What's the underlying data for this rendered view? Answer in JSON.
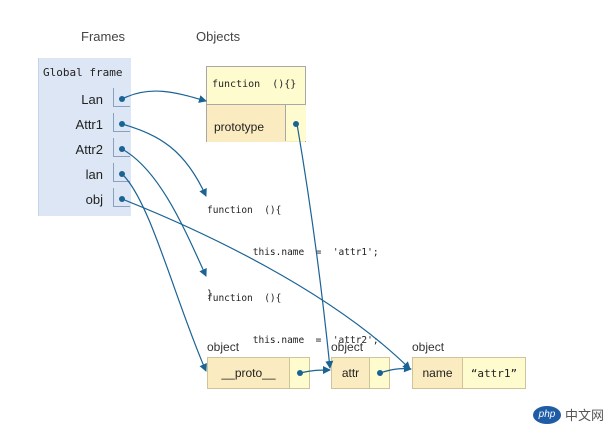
{
  "headers": {
    "frames": "Frames",
    "objects": "Objects"
  },
  "frame": {
    "title": "Global frame",
    "vars": [
      {
        "name": "Lan"
      },
      {
        "name": "Attr1"
      },
      {
        "name": "Attr2"
      },
      {
        "name": "lan"
      },
      {
        "name": "obj"
      }
    ]
  },
  "function_object": {
    "signature": "function  (){}",
    "prototype_label": "prototype"
  },
  "code_blocks": [
    {
      "line1": "function  (){",
      "line2": "        this.name  =  'attr1';",
      "line3": "}"
    },
    {
      "line1": "function  (){",
      "line2": "        this.name  =  'attr2';",
      "line3": "}"
    }
  ],
  "objects": [
    {
      "header": "object",
      "key": "__proto__"
    },
    {
      "header": "object",
      "key": "attr"
    },
    {
      "header": "object",
      "key": "name",
      "value": "“attr1”"
    }
  ],
  "watermark": {
    "logo": "php",
    "text": "中文网"
  },
  "colors": {
    "arrow": "#1a6395",
    "frame_bg": "#dce6f4",
    "key_bg": "#faebc0",
    "value_bg": "#fefccf"
  }
}
